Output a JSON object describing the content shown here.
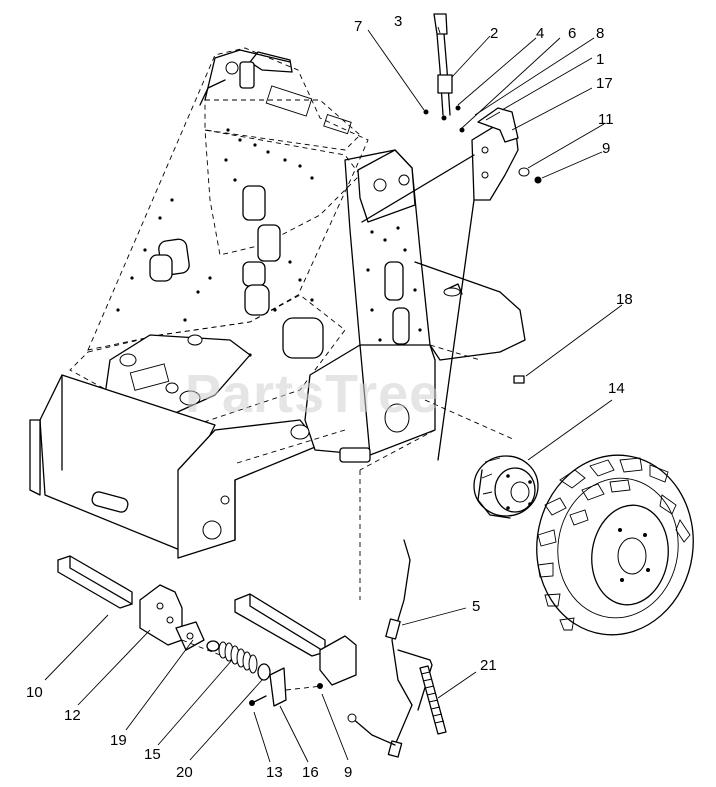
{
  "watermark": {
    "text": "PartsTree"
  },
  "callouts": {
    "c1": "1",
    "c2": "2",
    "c3": "3",
    "c4": "4",
    "c5": "5",
    "c6": "6",
    "c7": "7",
    "c8": "8",
    "c9a": "9",
    "c9b": "9",
    "c10": "10",
    "c11": "11",
    "c12": "12",
    "c13": "13",
    "c14": "14",
    "c15": "15",
    "c16": "16",
    "c17": "17",
    "c18": "18",
    "c19": "19",
    "c20": "20",
    "c21": "21"
  }
}
